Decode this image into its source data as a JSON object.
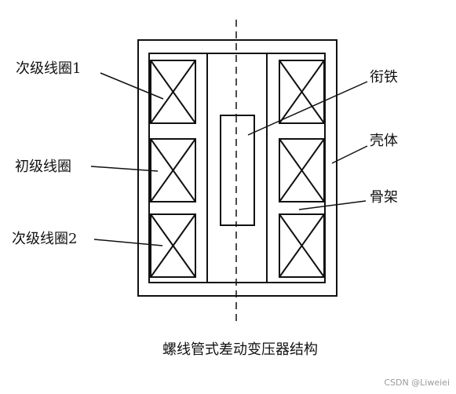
{
  "labels": {
    "secondary_coil_1": "次级线圈1",
    "primary_coil": "初级线圈",
    "secondary_coil_2": "次级线圈2",
    "armature": "衔铁",
    "shell": "壳体",
    "bobbin": "骨架"
  },
  "caption": "螺线管式差动变压器结构",
  "watermark": "CSDN @Liweiei",
  "colors": {
    "line": "#111111",
    "background": "#ffffff",
    "watermark": "#9a9a9a"
  }
}
